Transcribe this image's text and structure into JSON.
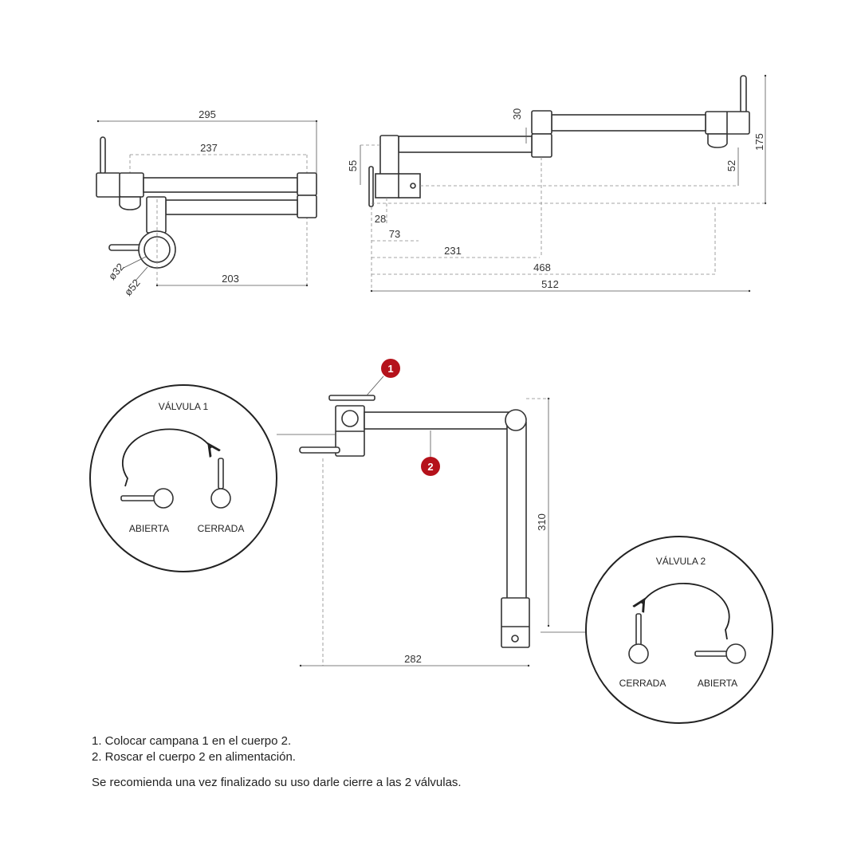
{
  "top_left_view": {
    "dims": {
      "overall": "295",
      "arm": "237",
      "wall": "203",
      "d_inner": "ø32",
      "d_outer": "ø52"
    }
  },
  "top_right_view": {
    "dims": {
      "d30": "30",
      "d55": "55",
      "d52": "52",
      "d175": "175",
      "d28": "28",
      "d73": "73",
      "d231": "231",
      "d468": "468",
      "d512": "512"
    }
  },
  "install_view": {
    "markers": [
      "1",
      "2"
    ],
    "dims": {
      "height": "310",
      "width": "282"
    },
    "valve1": {
      "title": "VÁLVULA 1",
      "open": "ABIERTA",
      "closed": "CERRADA"
    },
    "valve2": {
      "title": "VÁLVULA 2",
      "open": "ABIERTA",
      "closed": "CERRADA"
    }
  },
  "notes": {
    "step1": "1. Colocar campana 1 en el cuerpo 2.",
    "step2": "2. Roscar el cuerpo 2 en alimentación.",
    "recommendation": "Se recomienda una vez finalizado su uso darle cierre a las 2 válvulas."
  },
  "colors": {
    "marker": "#b5121b",
    "line": "#333333"
  }
}
